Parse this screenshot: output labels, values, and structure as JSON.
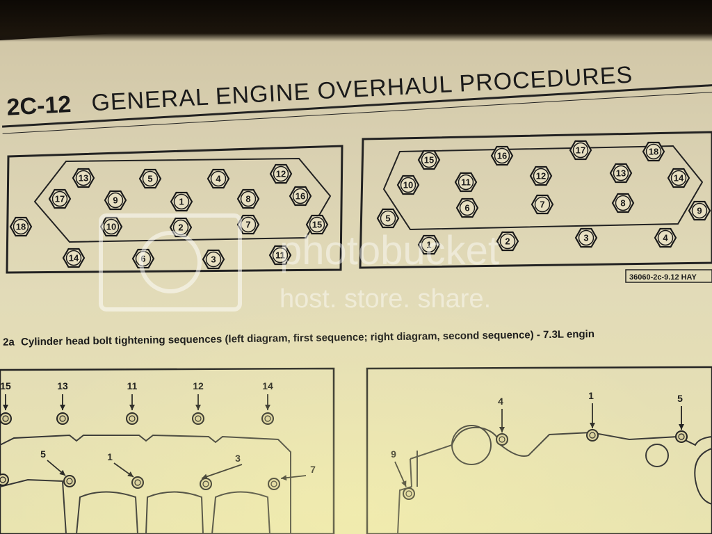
{
  "header": {
    "page_number": "2C-12",
    "title": "GENERAL ENGINE OVERHAUL PROCEDURES"
  },
  "figure_top": {
    "id": "36060-2c-9.12 HAY",
    "caption_num": "2a",
    "caption": "Cylinder head bolt tightening sequences (left diagram, first sequence; right diagram, second sequence) - 7.3L engin",
    "left_diagram_bolts": [
      "13",
      "5",
      "4",
      "12",
      "17",
      "9",
      "1",
      "8",
      "16",
      "18",
      "10",
      "2",
      "7",
      "15",
      "14",
      "6",
      "3",
      "11"
    ],
    "right_diagram_bolts": [
      "15",
      "16",
      "17",
      "18",
      "10",
      "11",
      "12",
      "13",
      "14",
      "5",
      "6",
      "7",
      "8",
      "9",
      "1",
      "2",
      "3",
      "4"
    ]
  },
  "figure_bottom": {
    "left_top_labels": [
      "15",
      "13",
      "11",
      "12",
      "14"
    ],
    "left_callouts": [
      "5",
      "1",
      "3",
      "7"
    ],
    "right_callouts": [
      "4",
      "1",
      "5",
      "9"
    ]
  },
  "watermark": {
    "brand": "photobucket",
    "tagline": "host. store. share."
  }
}
